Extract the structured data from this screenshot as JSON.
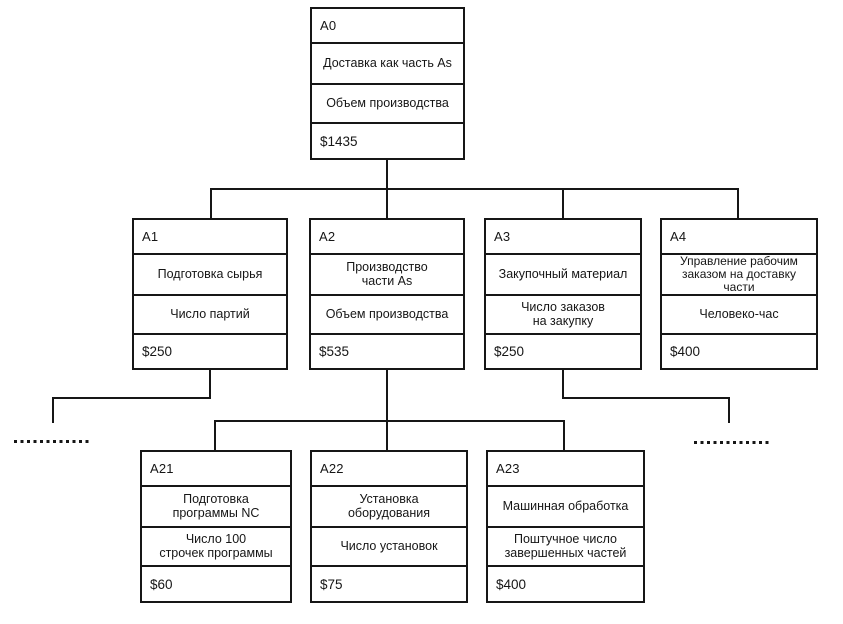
{
  "diagram": {
    "colors": {
      "line": "#161616",
      "background": "#ffffff"
    },
    "nodes": {
      "a0": {
        "code": "A0",
        "label": "Доставка как часть As",
        "metric": "Объем производства",
        "cost": "$1435"
      },
      "a1": {
        "code": "A1",
        "label": "Подготовка сырья",
        "metric": "Число партий",
        "cost": "$250"
      },
      "a2": {
        "code": "A2",
        "label": "Производство\nчасти As",
        "metric": "Объем производства",
        "cost": "$535"
      },
      "a3": {
        "code": "A3",
        "label": "Закупочный материал",
        "metric": "Число заказов\nна закупку",
        "cost": "$250"
      },
      "a4": {
        "code": "A4",
        "label": "Управление рабочим\nзаказом на доставку\nчасти",
        "metric": "Человеко-час",
        "cost": "$400"
      },
      "a21": {
        "code": "A21",
        "label": "Подготовка\nпрограммы NC",
        "metric": "Число 100\nстрочек программы",
        "cost": "$60"
      },
      "a22": {
        "code": "A22",
        "label": "Установка\nоборудования",
        "metric": "Число установок",
        "cost": "$75"
      },
      "a23": {
        "code": "A23",
        "label": "Машинная обработка",
        "metric": "Поштучное число\nзавершенных частей",
        "cost": "$400"
      }
    }
  }
}
